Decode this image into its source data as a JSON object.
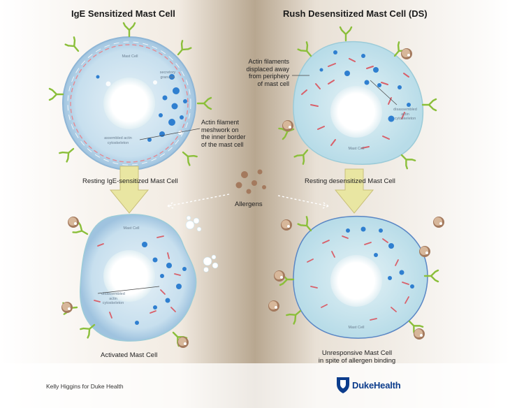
{
  "titles": {
    "left": "IgE Sensitized Mast Cell",
    "right": "Rush Desensitized Mast Cell (DS)"
  },
  "annotations": {
    "actin_meshwork": [
      "Actin filament",
      "meshwork on",
      "the inner border",
      "of the mast cell"
    ],
    "actin_displaced": [
      "Actin filaments",
      "displaced away",
      "from periphery",
      "of mast cell"
    ]
  },
  "cell_labels": {
    "mast_cell": "Mast Cell",
    "secretory_granules": [
      "secretory",
      "granules"
    ],
    "assembled_actin": [
      "assembled actin",
      "cytoskeleton"
    ],
    "disassembled_actin": [
      "disassembled",
      "actin",
      "cytoskeleton"
    ]
  },
  "captions": {
    "resting_ige": "Resting IgE-sensitized Mast Cell",
    "resting_ds": "Resting desensitized Mast Cell",
    "allergens": "Allergens",
    "activated": "Activated  Mast Cell",
    "unresponsive": [
      "Unresponsive Mast Cell",
      "in spite of allergen binding"
    ]
  },
  "credit": "Kelly Higgins for Duke Health",
  "logo": {
    "text": "DukeHealth",
    "icon": "duke-shield-icon",
    "color": "#0b3c8c"
  },
  "colors": {
    "cell_fill": "#cfe8f0",
    "nucleus": "#ffffff",
    "granule": "#2f7fd0",
    "actin": "#d9606a",
    "antibody": "#8bbf3a",
    "allergen": "#a47a5e",
    "arrow": "#e9e6a2"
  }
}
